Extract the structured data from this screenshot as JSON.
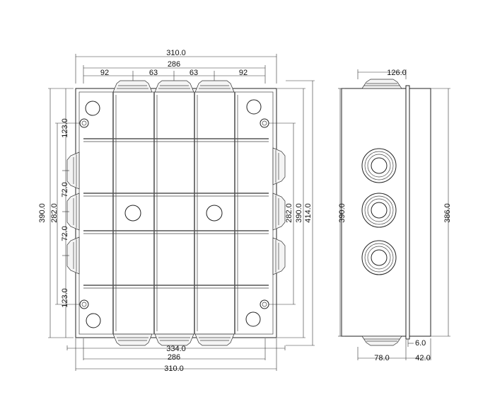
{
  "front_view": {
    "top_overall": "310.0",
    "top_inner": "286",
    "top_seg_left": "92",
    "top_seg_mid1": "63",
    "top_seg_mid2": "63",
    "top_seg_right": "92",
    "bottom_outer_span": "334.0",
    "bottom_inner": "286",
    "bottom_overall": "310.0",
    "left_overall": "390.0",
    "left_seg_top": "123.0",
    "left_seg_mid1": "72.0",
    "left_seg_center": "282.0",
    "left_seg_mid2": "72.0",
    "left_seg_bottom": "123.0",
    "right_inner": "282.0",
    "right_mid": "390.0",
    "right_overall": "414.0"
  },
  "side_view": {
    "top_width": "126.0",
    "left_height": "390.0",
    "right_height": "386.0",
    "flange": "6.0",
    "bottom_depth": "78.0",
    "bottom_lid": "42.0"
  }
}
